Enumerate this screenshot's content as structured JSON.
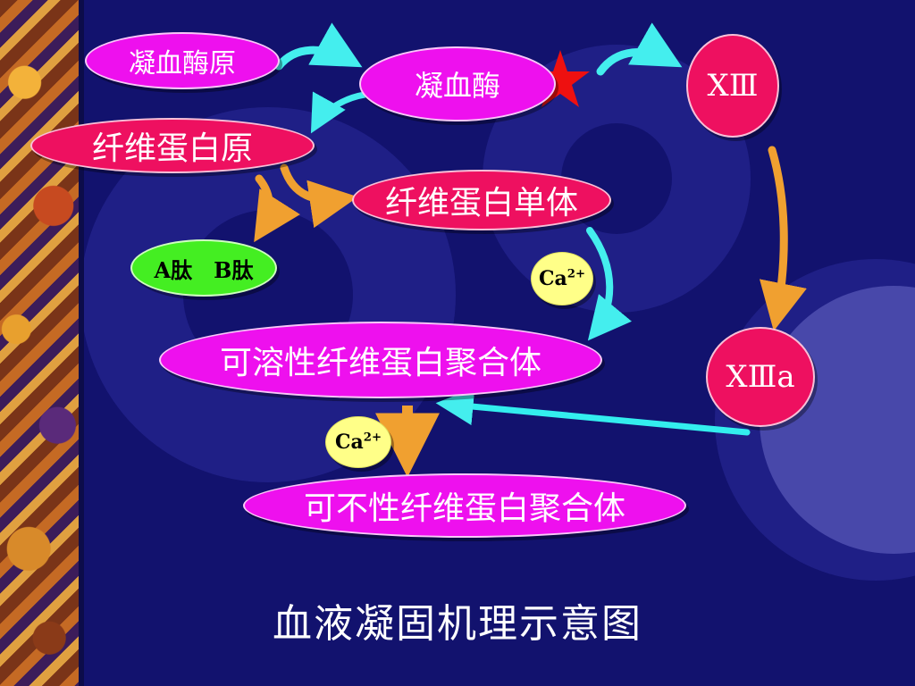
{
  "nodes": {
    "prothrombin": "凝血酶原",
    "thrombin": "凝血酶",
    "factor13": "XⅢ",
    "fibrinogen": "纤维蛋白原",
    "fibrin_monomer": "纤维蛋白单体",
    "peptides": "A肽　B肽",
    "ca_upper_base": "Ca",
    "ca_upper_sup": "2+",
    "soluble_polymer": "可溶性纤维蛋白聚合体",
    "factor13a": "XⅢa",
    "ca_lower_base": "Ca",
    "ca_lower_sup": "2+",
    "insoluble_polymer": "可不性纤维蛋白聚合体"
  },
  "title": "血液凝固机理示意图",
  "colors": {
    "background": "#12126e",
    "magenta_node": "#ee10ee",
    "red_node": "#ee1060",
    "green_node": "#44ee22",
    "yellow_node": "#ffff88",
    "arrow_cyan": "#44eeee",
    "arrow_orange": "#f0a030",
    "star": "#ee1010"
  },
  "icons": [
    "star-icon"
  ]
}
